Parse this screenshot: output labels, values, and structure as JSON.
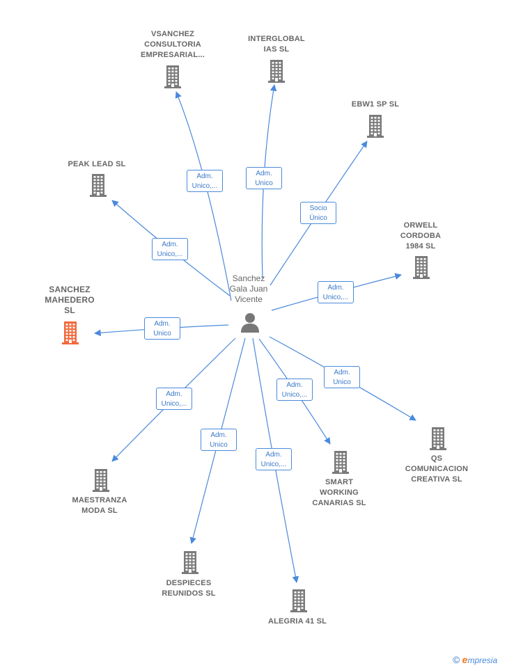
{
  "person": {
    "name": "Sanchez\nGala Juan\nVicente",
    "icon": "person-icon"
  },
  "colors": {
    "edge": "#4a89dc",
    "building": "#7a7a7a",
    "highlight": "#f26a3c"
  },
  "companies": [
    {
      "id": "vsanchez",
      "label": "VSANCHEZ\nCONSULTORIA\nEMPRESARIAL...",
      "icon": "building-icon",
      "highlight": false
    },
    {
      "id": "interglobal",
      "label": "INTERGLOBAL\nIAS  SL",
      "icon": "building-icon",
      "highlight": false
    },
    {
      "id": "ebw1",
      "label": "EBW1 SP  SL",
      "icon": "building-icon",
      "highlight": false
    },
    {
      "id": "peaklead",
      "label": "PEAK LEAD  SL",
      "icon": "building-icon",
      "highlight": false
    },
    {
      "id": "orwell",
      "label": "ORWELL\nCORDOBA\n1984  SL",
      "icon": "building-icon",
      "highlight": false
    },
    {
      "id": "sanchezmahedero",
      "label": "SANCHEZ\nMAHEDERO\nSL",
      "icon": "building-icon",
      "highlight": true
    },
    {
      "id": "qs",
      "label": "QS\nCOMUNICACION\nCREATIVA  SL",
      "icon": "building-icon",
      "highlight": false
    },
    {
      "id": "maestranza",
      "label": "MAESTRANZA\nMODA  SL",
      "icon": "building-icon",
      "highlight": false
    },
    {
      "id": "smart",
      "label": "SMART\nWORKING\nCANARIAS  SL",
      "icon": "building-icon",
      "highlight": false
    },
    {
      "id": "despieces",
      "label": "DESPIECES\nREUNIDOS SL",
      "icon": "building-icon",
      "highlight": false
    },
    {
      "id": "alegria",
      "label": "ALEGRIA 41  SL",
      "icon": "building-icon",
      "highlight": false
    }
  ],
  "relations": [
    {
      "target": "vsanchez",
      "label": "Adm.\nUnico,..."
    },
    {
      "target": "interglobal",
      "label": "Adm.\nUnico"
    },
    {
      "target": "ebw1",
      "label": "Socio\nÚnico"
    },
    {
      "target": "peaklead",
      "label": "Adm.\nUnico,..."
    },
    {
      "target": "orwell",
      "label": "Adm.\nUnico,..."
    },
    {
      "target": "sanchezmahedero",
      "label": "Adm.\nUnico"
    },
    {
      "target": "qs",
      "label": "Adm.\nUnico"
    },
    {
      "target": "maestranza",
      "label": "Adm.\nUnico,..."
    },
    {
      "target": "smart",
      "label": "Adm.\nUnico,..."
    },
    {
      "target": "despieces",
      "label": "Adm.\nUnico"
    },
    {
      "target": "alegria",
      "label": "Adm.\nUnico,..."
    }
  ],
  "footer": {
    "copyright": "©",
    "brand_initial": "e",
    "brand_rest": "mpresia"
  }
}
